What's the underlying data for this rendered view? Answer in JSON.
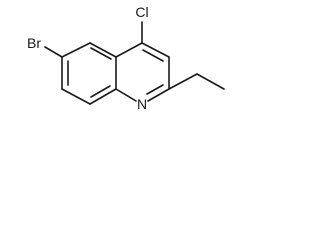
{
  "molecule": {
    "atoms": {
      "chlorine": "Cl",
      "bromine": "Br",
      "nitrogen": "N"
    },
    "colors": {
      "bond": "#1a1a1a",
      "label": "#1a1a1a",
      "background": "#ffffff"
    }
  }
}
